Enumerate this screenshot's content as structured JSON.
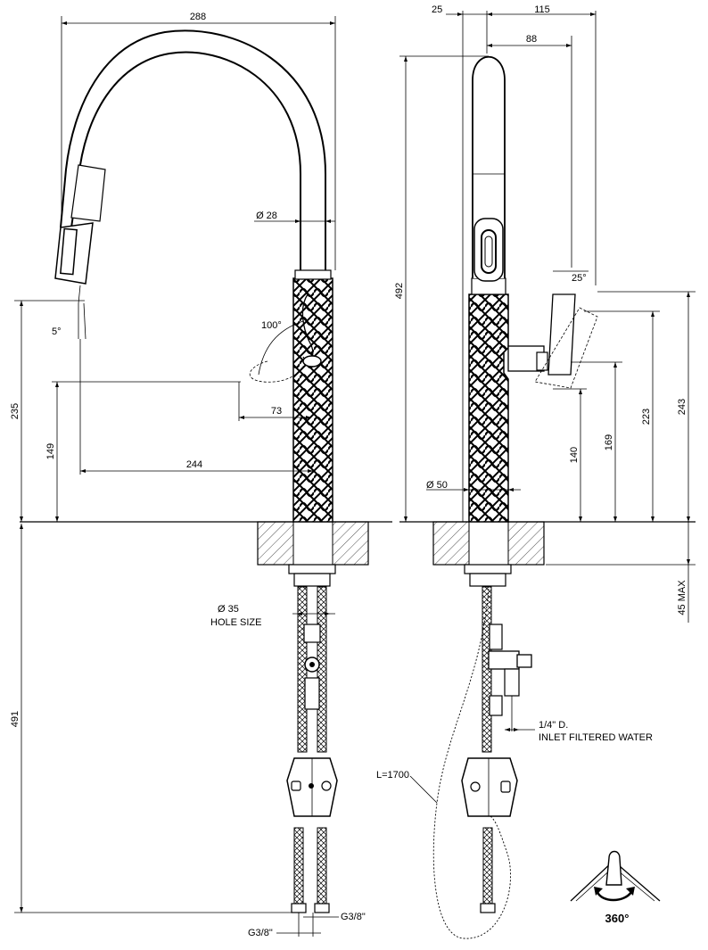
{
  "front_view": {
    "dims": {
      "width_total": "288",
      "spout_diameter": "Ø 28",
      "angle_tilt": "5°",
      "lever_angle": "100°",
      "lever_reach": "73",
      "spout_reach": "244",
      "height_total": "235",
      "height_outlet": "149",
      "hole_diameter": "Ø 35",
      "hole_label": "HOLE SIZE",
      "below_length": "491",
      "conn_left": "G3/8\"",
      "conn_right": "G3/8\""
    }
  },
  "side_view": {
    "dims": {
      "offset_left": "25",
      "width_top": "115",
      "width_head": "88",
      "height_total": "492",
      "lever_angle": "25°",
      "body_diameter": "Ø 50",
      "h_243": "243",
      "h_223": "223",
      "h_169": "169",
      "h_140": "140",
      "deck_max": "45 MAX",
      "hose_length": "L=1700",
      "inlet_size": "1/4\" D.",
      "inlet_label": "INLET FILTERED WATER"
    }
  },
  "rotation": {
    "label": "360°"
  }
}
